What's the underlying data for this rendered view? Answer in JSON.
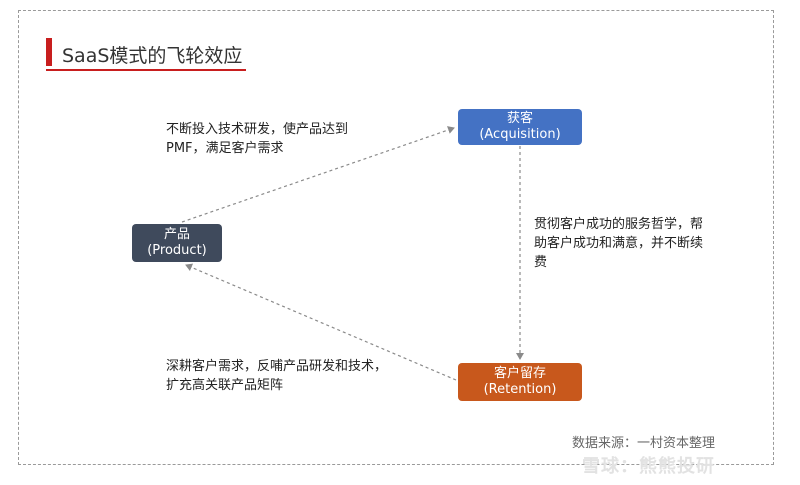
{
  "title": "SaaS模式的飞轮效应",
  "nodes": {
    "acquisition": {
      "line1": "获客",
      "line2": "(Acquisition)"
    },
    "product": {
      "line1": "产品",
      "line2": "(Product)"
    },
    "retention": {
      "line1": "客户留存",
      "line2": "(Retention)"
    }
  },
  "descriptions": {
    "top": "不断投入技术研发，使产品达到PMF，满足客户需求",
    "right": "贯彻客户成功的服务哲学，帮助客户成功和满意，并不断续费",
    "bottom": "深耕客户需求，反哺产品研发和技术，扩充高关联产品矩阵"
  },
  "source": "数据来源：一村资本整理",
  "watermark": "雪球：熊熊投研",
  "colors": {
    "accent": "#c81e1e",
    "acquisition": "#4472c4",
    "product": "#3f4a5c",
    "retention": "#c8581c"
  }
}
